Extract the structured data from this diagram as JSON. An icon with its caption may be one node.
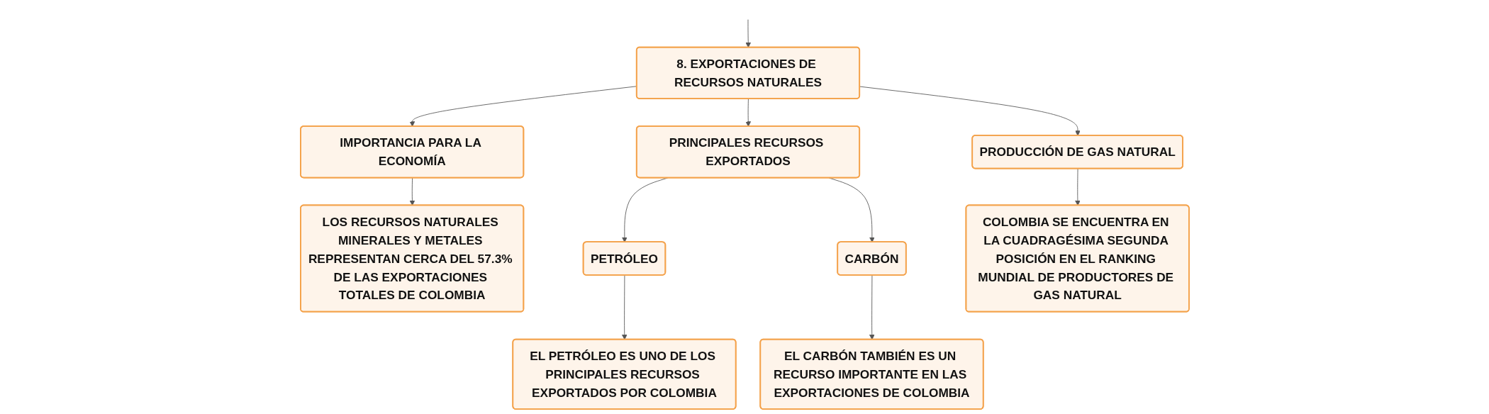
{
  "diagram": {
    "nodes": [
      {
        "text": [
          "8. EXPORTACIONES DE RECURSOS NATURALES"
        ]
      },
      {
        "text": [
          "IMPORTANCIA PARA LA ECONOMÍA"
        ]
      },
      {
        "text": [
          "PRINCIPALES RECURSOS EXPORTADOS"
        ]
      },
      {
        "text": [
          "PRODUCCIÓN DE GAS NATURAL"
        ]
      },
      {
        "text": [
          "LOS RECURSOS NATURALES MINERALES Y METALES REPRESENTAN CERCA DEL 57.3% DE LAS EXPORTACIONES TOTALES DE COLOMBIA"
        ]
      },
      {
        "text": [
          "PETRÓLEO"
        ]
      },
      {
        "text": [
          "CARBÓN"
        ]
      },
      {
        "text": [
          "EL PETRÓLEO ES UNO DE LOS PRINCIPALES RECURSOS EXPORTADOS POR COLOMBIA"
        ]
      },
      {
        "text": [
          "EL CARBÓN TAMBIÉN ES UN RECURSO IMPORTANTE EN LAS EXPORTACIONES DE COLOMBIA"
        ]
      },
      {
        "text": [
          "COLOMBIA SE ENCUENTRA EN LA CUADRAGÉSIMA SEGUNDA POSICIÓN EN EL RANKING MUNDIAL DE PRODUCTORES DE GAS NATURAL"
        ]
      }
    ],
    "edges": [
      {
        "from": null,
        "to": 0,
        "arrow": "to"
      },
      {
        "from": 0,
        "to": 1,
        "arrow": "to"
      },
      {
        "from": 0,
        "to": 2,
        "arrow": "to"
      },
      {
        "from": 0,
        "to": 3,
        "arrow": "to"
      },
      {
        "from": 1,
        "to": 4,
        "arrow": "to"
      },
      {
        "from": 2,
        "to": 5,
        "arrow": "to"
      },
      {
        "from": 2,
        "to": 6,
        "arrow": "to"
      },
      {
        "from": 5,
        "to": 7,
        "arrow": "to"
      },
      {
        "from": 6,
        "to": 8,
        "arrow": "to"
      },
      {
        "from": 3,
        "to": 9,
        "arrow": "to"
      }
    ]
  }
}
